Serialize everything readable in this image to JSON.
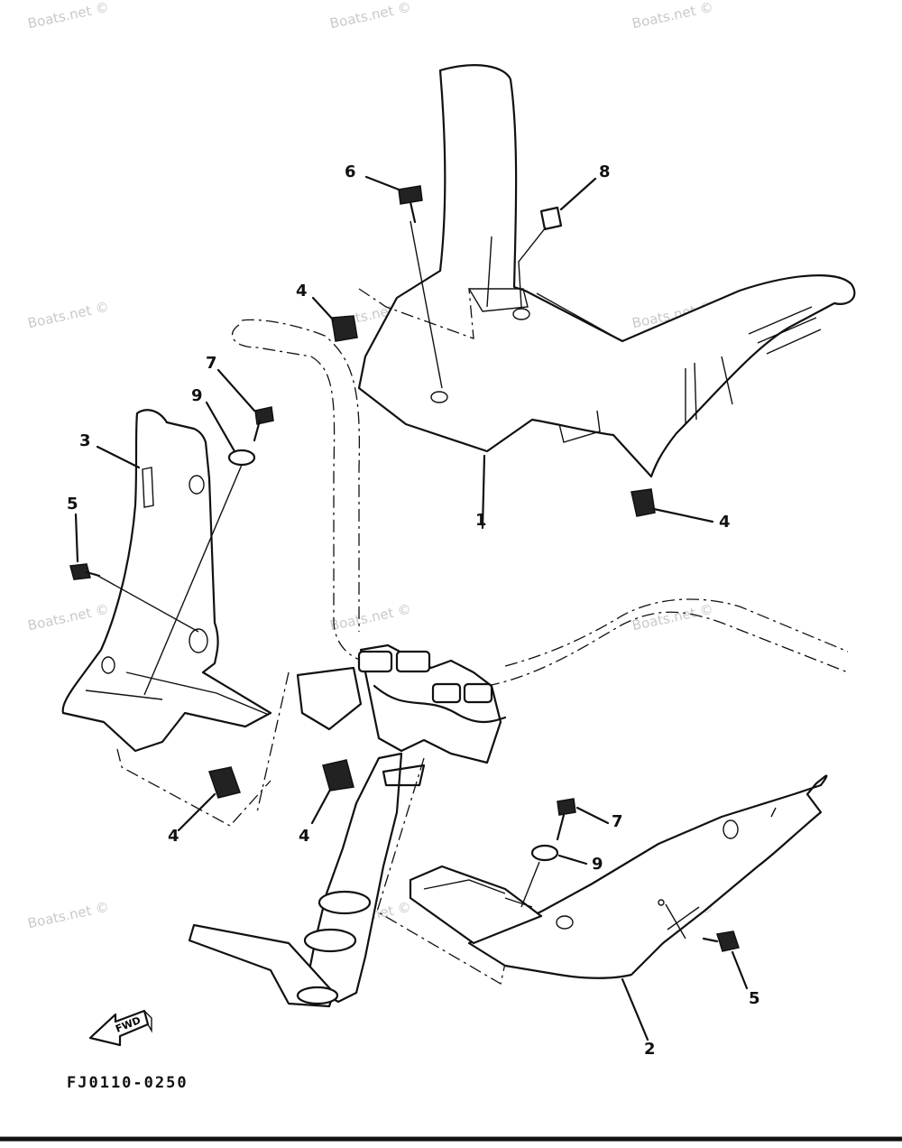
{
  "watermark": "Boats.net ©",
  "diagram_code": "FJ0110-0250",
  "fwd_label": "FWD",
  "callouts": {
    "c1": "1",
    "c2": "2",
    "c3": "3",
    "c4a": "4",
    "c4b": "4",
    "c4c": "4",
    "c4d": "4",
    "c5a": "5",
    "c5b": "5",
    "c6": "6",
    "c7a": "7",
    "c7b": "7",
    "c8": "8",
    "c9a": "9",
    "c9b": "9"
  }
}
